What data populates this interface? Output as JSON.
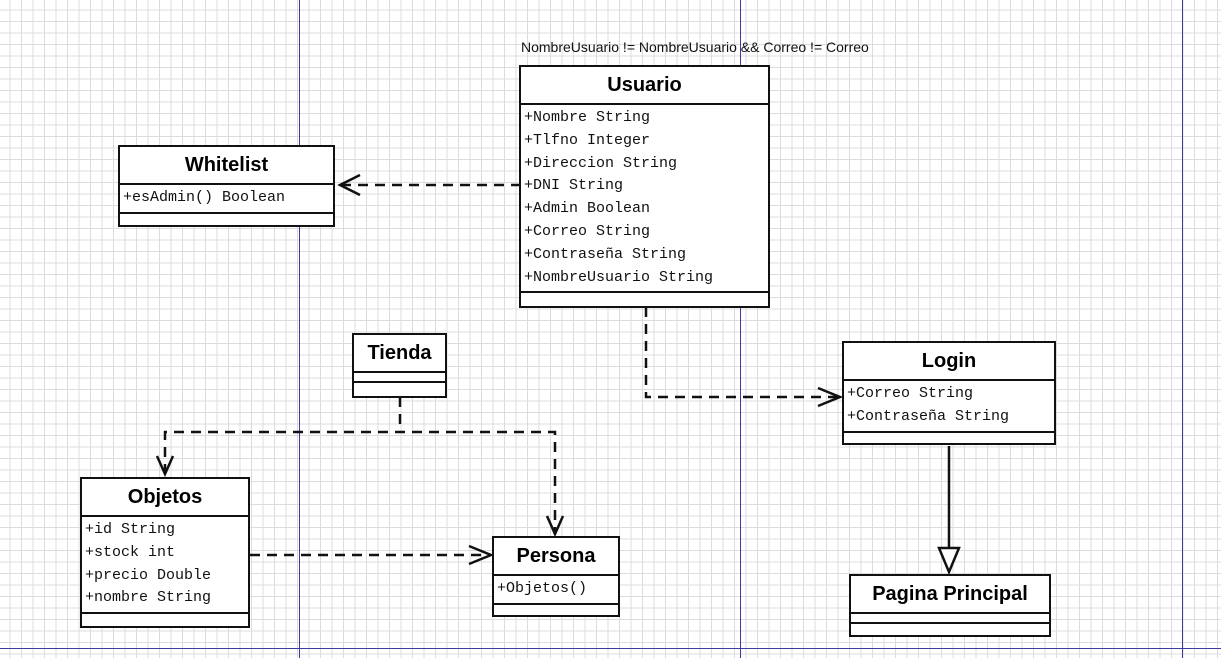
{
  "constraint": "NombreUsuario != NombreUsuario && Correo != Correo",
  "classes": {
    "usuario": {
      "name": "Usuario",
      "attributes": [
        "+Nombre String",
        "+Tlfno Integer",
        "+Direccion String",
        "+DNI String",
        "+Admin Boolean",
        "+Correo String",
        "+Contraseña String",
        "+NombreUsuario String"
      ]
    },
    "whitelist": {
      "name": "Whitelist",
      "attributes": [
        "+esAdmin() Boolean"
      ]
    },
    "tienda": {
      "name": "Tienda",
      "attributes": []
    },
    "login": {
      "name": "Login",
      "attributes": [
        "+Correo String",
        "+Contraseña String"
      ]
    },
    "objetos": {
      "name": "Objetos",
      "attributes": [
        "+id String",
        "+stock int",
        "+precio Double",
        "+nombre String"
      ]
    },
    "persona": {
      "name": "Persona",
      "attributes": [
        "+Objetos()"
      ]
    },
    "pagina": {
      "name": "Pagina Principal",
      "attributes": []
    }
  },
  "colors": {
    "line": "#111111",
    "page_border": "#3c3ca0",
    "grid": "#dcdcdc"
  }
}
